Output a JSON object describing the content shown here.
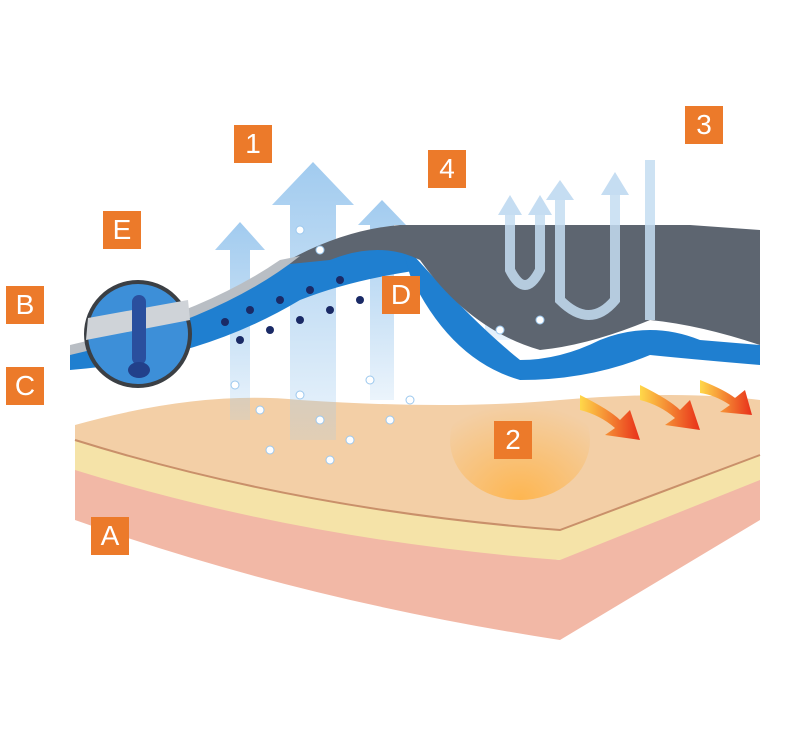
{
  "labels": {
    "one": "1",
    "two": "2",
    "three": "3",
    "four": "4",
    "a": "A",
    "b": "B",
    "c": "C",
    "d": "D",
    "e": "E"
  },
  "colors": {
    "label_bg": "#ec7a2a",
    "membrane_blue": "#1f7fd0",
    "top_gray": "#5d6570",
    "skin": "#f3cfa6",
    "fat": "#f5e3a8",
    "dermis": "#f2b8a6",
    "arrow_blue": "#9cc8ee",
    "heat_orange": "#f26a1b"
  }
}
